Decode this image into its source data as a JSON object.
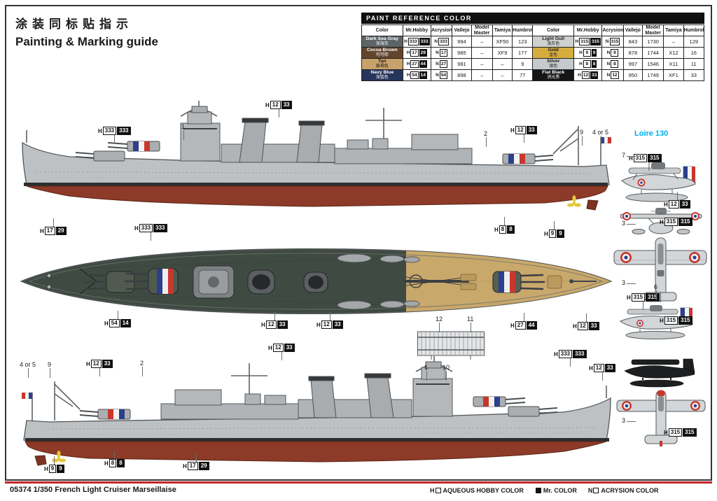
{
  "page": {
    "title_cn": "涂装同标贴指示",
    "title_en": "Painting & Marking guide",
    "footer": "05374 1/350 French Light Cruiser Marseillaise"
  },
  "paint_table": {
    "title": "PAINT  REFERENCE COLOR",
    "headers": [
      "Color",
      "Mr.Hobby",
      "Acrysion",
      "Vallejo",
      "Model Master",
      "Tamiya",
      "Humbrol"
    ],
    "left_rows": [
      {
        "name": "Dark Sea Gray",
        "name_cn": "深海灰",
        "bg": "#5d6468",
        "fg": "#ffffff",
        "h_white": "333",
        "h_black": "333",
        "acrysion": "333",
        "vallejo": "994",
        "model_master": "–",
        "tamiya": "XF50",
        "humbrol": "123"
      },
      {
        "name": "Cocoa Brown",
        "name_cn": "可可棕",
        "bg": "#63452e",
        "fg": "#ffffff",
        "h_white": "17",
        "h_black": "29",
        "acrysion": "17",
        "vallejo": "985",
        "model_master": "–",
        "tamiya": "XF9",
        "humbrol": "177"
      },
      {
        "name": "Tan",
        "name_cn": "黄褐色",
        "bg": "#c7a26b",
        "fg": "#1a1a1a",
        "h_white": "27",
        "h_black": "44",
        "acrysion": "27",
        "vallejo": "981",
        "model_master": "–",
        "tamiya": "–",
        "humbrol": "9"
      },
      {
        "name": "Navy Blue",
        "name_cn": "深蓝色",
        "bg": "#27355c",
        "fg": "#ffffff",
        "h_white": "54",
        "h_black": "14",
        "acrysion": "54",
        "vallejo": "898",
        "model_master": "–",
        "tamiya": "–",
        "humbrol": "77"
      }
    ],
    "right_rows": [
      {
        "name": "Light Gull",
        "name_cn": "浅灰色",
        "bg": "#cdd1cf",
        "fg": "#1a1a1a",
        "h_white": "315",
        "h_black": "315",
        "acrysion": "315",
        "vallejo": "843",
        "model_master": "1730",
        "tamiya": "–",
        "humbrol": "129"
      },
      {
        "name": "Gold",
        "name_cn": "金色",
        "bg": "#d7ac3f",
        "fg": "#1a1a1a",
        "h_white": "9",
        "h_black": "9",
        "acrysion": "9",
        "vallejo": "878",
        "model_master": "1744",
        "tamiya": "X12",
        "humbrol": "16"
      },
      {
        "name": "Silver",
        "name_cn": "银色",
        "bg": "#c6cacc",
        "fg": "#1a1a1a",
        "h_white": "8",
        "h_black": "8",
        "acrysion": "8",
        "vallejo": "997",
        "model_master": "1546",
        "tamiya": "X11",
        "humbrol": "11"
      },
      {
        "name": "Flat Black",
        "name_cn": "消光黑",
        "bg": "#151515",
        "fg": "#ffffff",
        "h_white": "12",
        "h_black": "33",
        "acrysion": "12",
        "vallejo": "950",
        "model_master": "1749",
        "tamiya": "XF1",
        "humbrol": "33"
      }
    ]
  },
  "marker_prefix": "H",
  "acrysion_prefix": "N",
  "marker_types": {
    "t333": {
      "white": "333",
      "black": "333"
    },
    "t17": {
      "white": "17",
      "black": "29"
    },
    "t8": {
      "white": "8",
      "black": "8"
    },
    "t9": {
      "white": "9",
      "black": "9"
    },
    "t54": {
      "white": "54",
      "black": "14"
    },
    "t27": {
      "white": "27",
      "black": "44"
    },
    "t315": {
      "white": "315",
      "black": "315"
    },
    "t12": {
      "white": "12",
      "black": "33"
    }
  },
  "callout_labels": {
    "one": "1",
    "two": "2",
    "three": "3",
    "four_five": "4 or 5",
    "six": "6",
    "seven": "7",
    "nine": "9",
    "ten": "10",
    "eleven": "11",
    "twelve": "12"
  },
  "aircraft": {
    "label": "Loire 130"
  },
  "legend": {
    "aqueous_symbol": "H",
    "aqueous_label": "AQUEOUS HOBBY COLOR",
    "mr_label": "Mr. COLOR",
    "acrysion_symbol": "N",
    "acrysion_label": "ACRYSION COLOR"
  },
  "colors": {
    "hull_red": "#8d3a28",
    "deck_green": "#3f4b42",
    "deck_tan": "#c9a86b",
    "tricolor_blue": "#2b3f8c",
    "tricolor_red": "#c8372d",
    "bottom_rule_red": "#c2272b",
    "aircraft_label_cyan": "#00aeef"
  }
}
